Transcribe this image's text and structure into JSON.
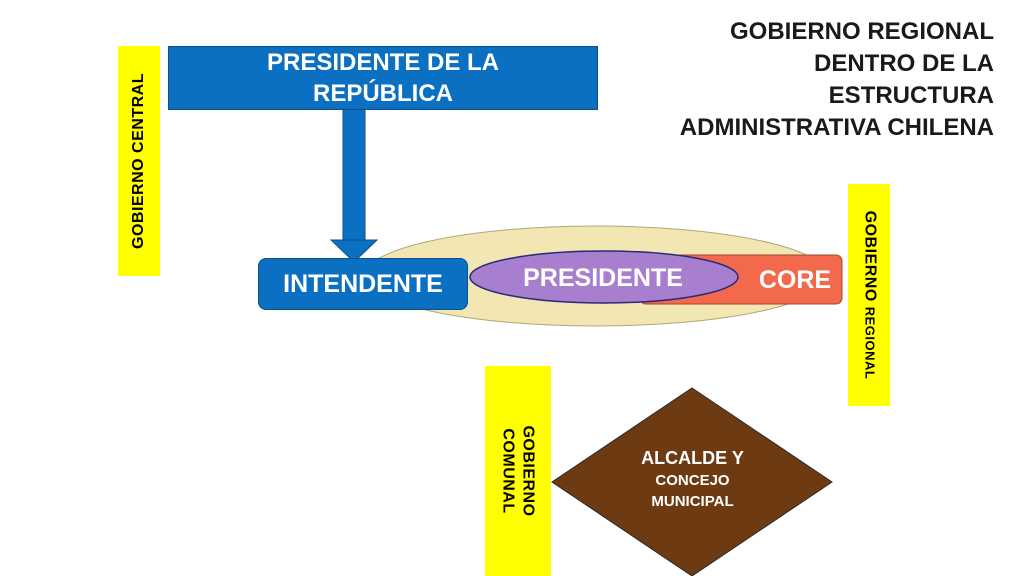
{
  "title": {
    "lines": [
      "GOBIERNO REGIONAL",
      "DENTRO DE LA",
      "ESTRUCTURA",
      "ADMINISTRATIVA CHILENA"
    ]
  },
  "labels": {
    "gobierno_central": "GOBIERNO CENTRAL",
    "gobierno_regional_a": "GOBIERNO",
    "gobierno_regional_b": "REGIONAL",
    "gobierno_comunal_a": "GOBIERNO",
    "gobierno_comunal_b": "COMUNAL"
  },
  "nodes": {
    "presidente_republica": [
      "PRESIDENTE DE LA",
      "REPÚBLICA"
    ],
    "intendente": "INTENDENTE",
    "presidente": "PRESIDENTE",
    "core": "CORE",
    "alcalde": [
      "ALCALDE Y",
      "CONCEJO",
      "MUNICIPAL"
    ]
  },
  "colors": {
    "label_bg": "#ffff00",
    "blue_box": "#0b6fc2",
    "arrow": "#0b6fc2",
    "ellipse_outer": "#f2e6b3",
    "presidente_ellipse": "#a87fcf",
    "core_box": "#f26a4b",
    "diamond": "#6e3a12"
  }
}
